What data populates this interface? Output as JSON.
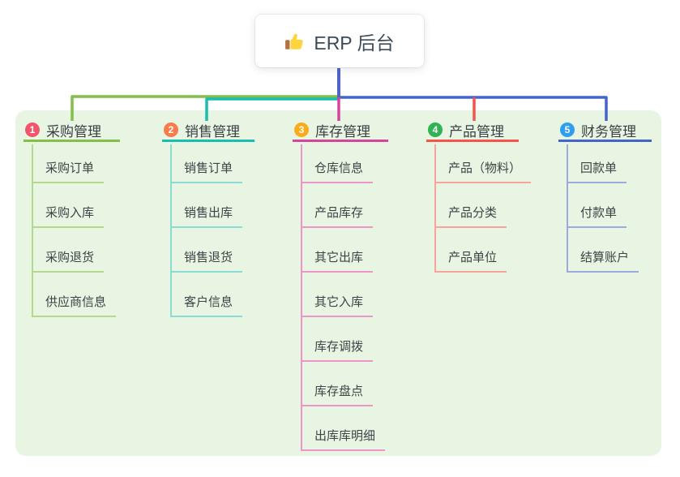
{
  "root": {
    "title": "ERP 后台",
    "icon": "thumbs-up-icon"
  },
  "colors": {
    "canvas": "#ffffff",
    "panel": "#e8f5e2",
    "stem": "#4f63c8",
    "root_text": "#3d4a59",
    "topic_text": "#3f4348"
  },
  "branches": [
    {
      "index": "1",
      "title": "采购管理",
      "badge_color": "#f1556d",
      "line_color": "#84bf49",
      "light_color": "#b4d98e",
      "children": [
        "采购订单",
        "采购入库",
        "采购退货",
        "供应商信息"
      ]
    },
    {
      "index": "2",
      "title": "销售管理",
      "badge_color": "#f87b4d",
      "line_color": "#1abdae",
      "light_color": "#8adcd2",
      "children": [
        "销售订单",
        "销售出库",
        "销售退货",
        "客户信息"
      ]
    },
    {
      "index": "3",
      "title": "库存管理",
      "badge_color": "#f9ab1b",
      "line_color": "#d6459c",
      "light_color": "#ec95c9",
      "children": [
        "仓库信息",
        "产品库存",
        "其它出库",
        "其它入库",
        "库存调拨",
        "库存盘点",
        "出库库明细"
      ]
    },
    {
      "index": "4",
      "title": "产品管理",
      "badge_color": "#2fb353",
      "line_color": "#f4544a",
      "light_color": "#f8a49d",
      "children": [
        "产品（物料）",
        "产品分类",
        "产品单位"
      ]
    },
    {
      "index": "5",
      "title": "财务管理",
      "badge_color": "#2e9fee",
      "line_color": "#4365c9",
      "light_color": "#9cabdc",
      "children": [
        "回款单",
        "付款单",
        "结算账户"
      ]
    }
  ]
}
